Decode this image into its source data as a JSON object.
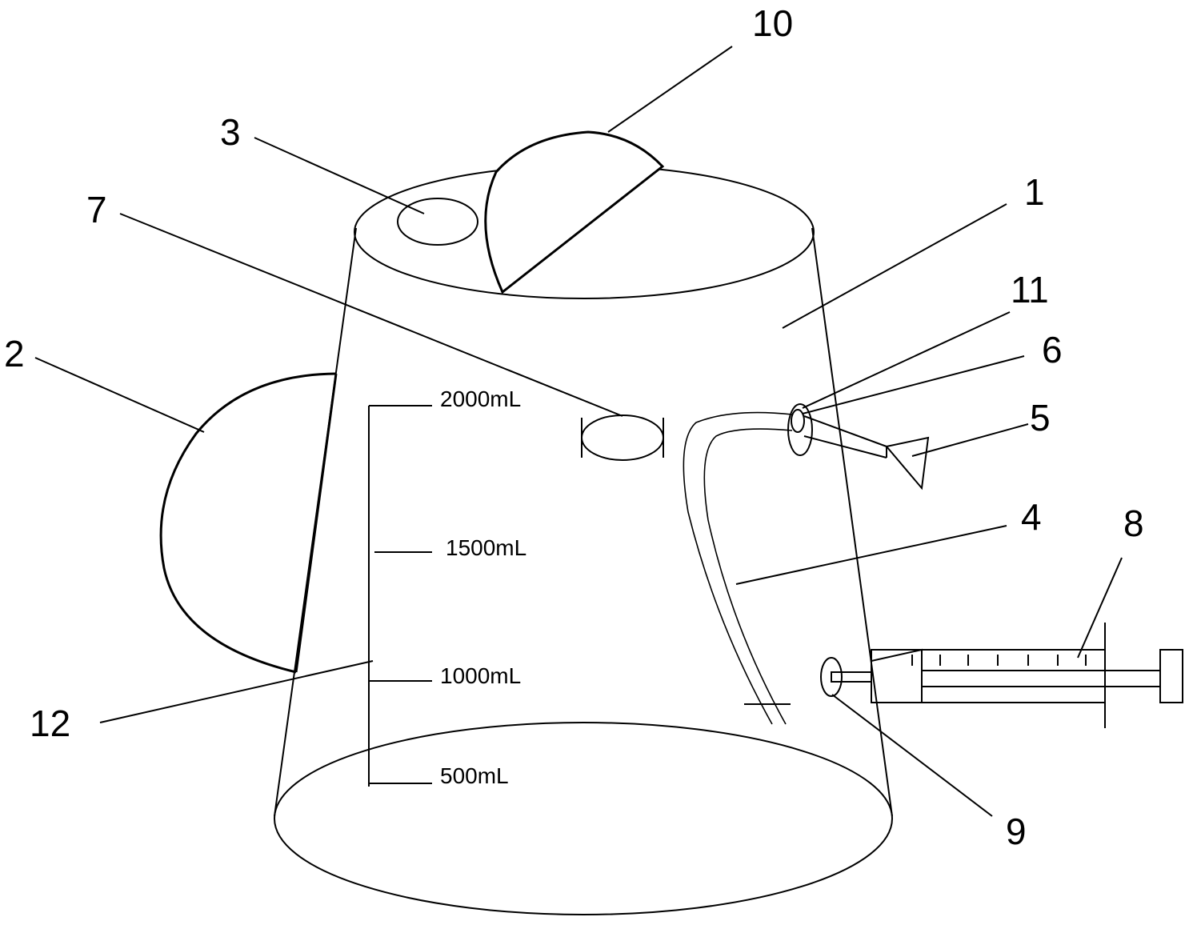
{
  "reference_numerals": [
    "1",
    "2",
    "3",
    "4",
    "5",
    "6",
    "7",
    "8",
    "9",
    "10",
    "11",
    "12"
  ],
  "scale_marks": [
    "2000mL",
    "1500mL",
    "1000mL",
    "500mL"
  ],
  "colors": {
    "line": "#000000",
    "background": "#ffffff"
  }
}
